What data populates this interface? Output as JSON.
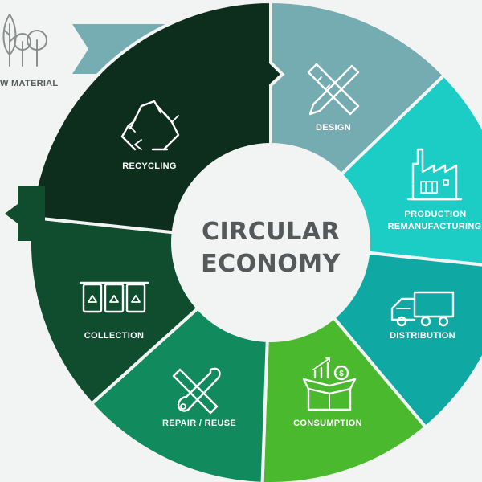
{
  "diagram": {
    "center_title_line1": "CIRCULAR",
    "center_title_line2": "ECONOMY",
    "raw_material_label": "W MATERIAL",
    "segments": [
      {
        "label": "DESIGN",
        "color": "#74acb2"
      },
      {
        "label_line1": "PRODUCTION",
        "label_line2": "REMANUFACTURING",
        "color": "#1ccdc5"
      },
      {
        "label": "DISTRIBUTION",
        "color": "#0fa8a3"
      },
      {
        "label": "CONSUMPTION",
        "color": "#4ab92e"
      },
      {
        "label": "REPAIR / REUSE",
        "color": "#118a5e"
      },
      {
        "label": "COLLECTION",
        "color": "#0f4d2e"
      },
      {
        "label": "RECYCLING",
        "color": "#0d2e1d"
      }
    ],
    "icons": [
      "trees-icon",
      "ruler-pencil-icon",
      "factory-icon",
      "truck-icon",
      "box-money-icon",
      "wrench-screwdriver-icon",
      "recycle-bins-icon",
      "recycle-icon"
    ]
  }
}
